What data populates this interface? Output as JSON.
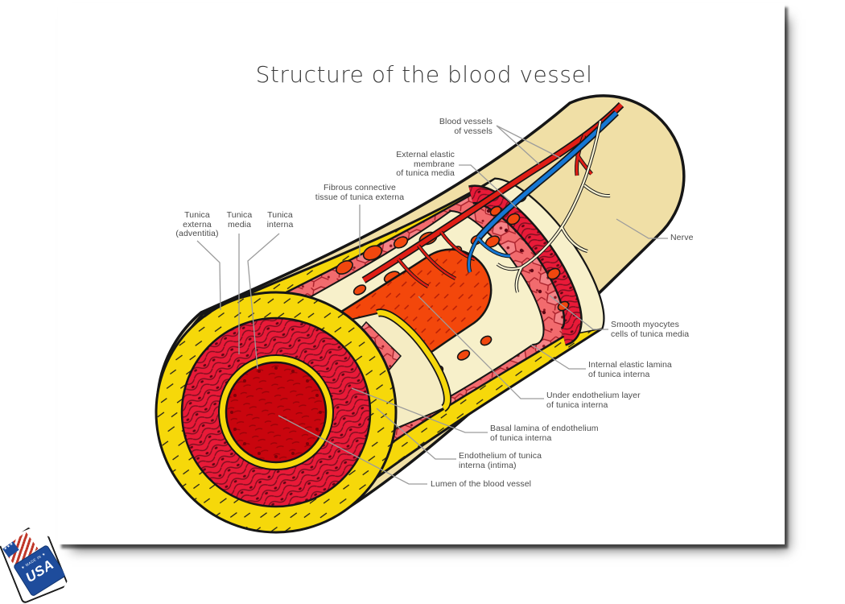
{
  "poster": {
    "title": "Structure of the blood vessel",
    "labels": {
      "blood_vessels": {
        "lines": [
          "Blood vessels",
          "of vessels"
        ]
      },
      "external_elastic": {
        "lines": [
          "External elastic",
          "membrane",
          "of tunica media"
        ]
      },
      "fibrous": {
        "lines": [
          "Fibrous connective",
          "tissue of tunica externa"
        ]
      },
      "tunica_externa": {
        "lines": [
          "Tunica",
          "externa",
          "(adventitia)"
        ]
      },
      "tunica_media": {
        "lines": [
          "Tunica",
          "media"
        ]
      },
      "tunica_interna": {
        "lines": [
          "Tunica",
          "interna"
        ]
      },
      "nerve": {
        "lines": [
          "Nerve"
        ]
      },
      "smooth_myocytes": {
        "lines": [
          "Smooth myocytes",
          "cells of tunica media"
        ]
      },
      "internal_elastic": {
        "lines": [
          "Internal elastic lamina",
          "of tunica interna"
        ]
      },
      "under_endothelium": {
        "lines": [
          "Under endothelium layer",
          "of tunica interna"
        ]
      },
      "basal_lamina": {
        "lines": [
          "Basal lamina of endothelium",
          "of tunica interna"
        ]
      },
      "endothelium": {
        "lines": [
          "Endothelium of tunica",
          "interna (intima)"
        ]
      },
      "lumen": {
        "lines": [
          "Lumen of the blood vessel"
        ]
      }
    },
    "badge": {
      "arch_text": "★ MADE IN ★",
      "usa_text": "USA"
    },
    "colors": {
      "outer_wall_cream": "#F0DFA6",
      "elastic_yellow": "#F6D80A",
      "media_salmon": "#F26B6E",
      "media_crimson": "#E81A38",
      "interior_cream": "#F7F0CA",
      "myocyte_orange": "#F1470E",
      "lumen_tube_orange": "#F3470B",
      "lumen_red": "#C9050E",
      "artery_red": "#E01E15",
      "vein_blue": "#1577D4",
      "nerve_cream": "#F8F3D3",
      "outline_black": "#161616",
      "leader_gray": "#9C9C9C",
      "label_gray": "#4B4B4B",
      "badge_blue": "#1E4C9C"
    }
  }
}
